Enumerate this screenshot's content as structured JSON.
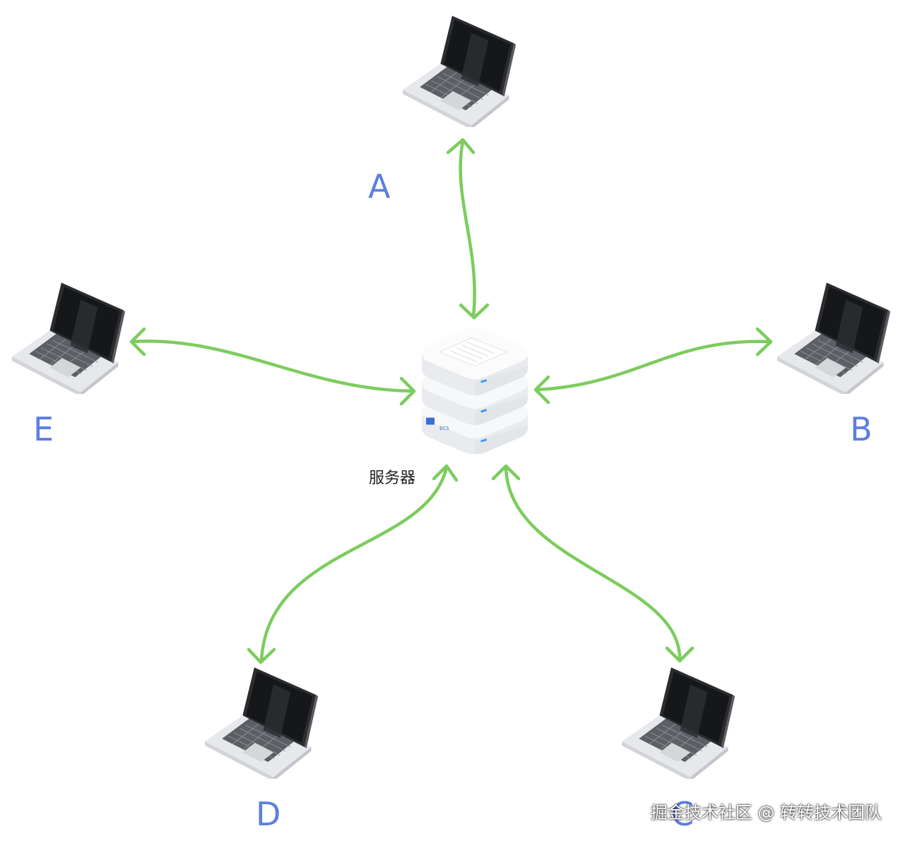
{
  "server": {
    "label": "服务器",
    "badge": "ECS"
  },
  "clients": {
    "a": {
      "label": "A"
    },
    "b": {
      "label": "B"
    },
    "c": {
      "label": "C"
    },
    "d": {
      "label": "D"
    },
    "e": {
      "label": "E"
    }
  },
  "watermark": "掘金技术社区 @ 转转技术团队",
  "colors": {
    "arrow": "#7ccc5e",
    "label": "#5b7fe0",
    "screen": "#1b1c1e",
    "laptop_body": "#eeeff1",
    "server_body": "#f7f8fa",
    "server_led": "#3a9cf0",
    "background": "#ffffff"
  },
  "icons": [
    "laptop-icon",
    "server-icon",
    "bidirectional-arrow"
  ]
}
